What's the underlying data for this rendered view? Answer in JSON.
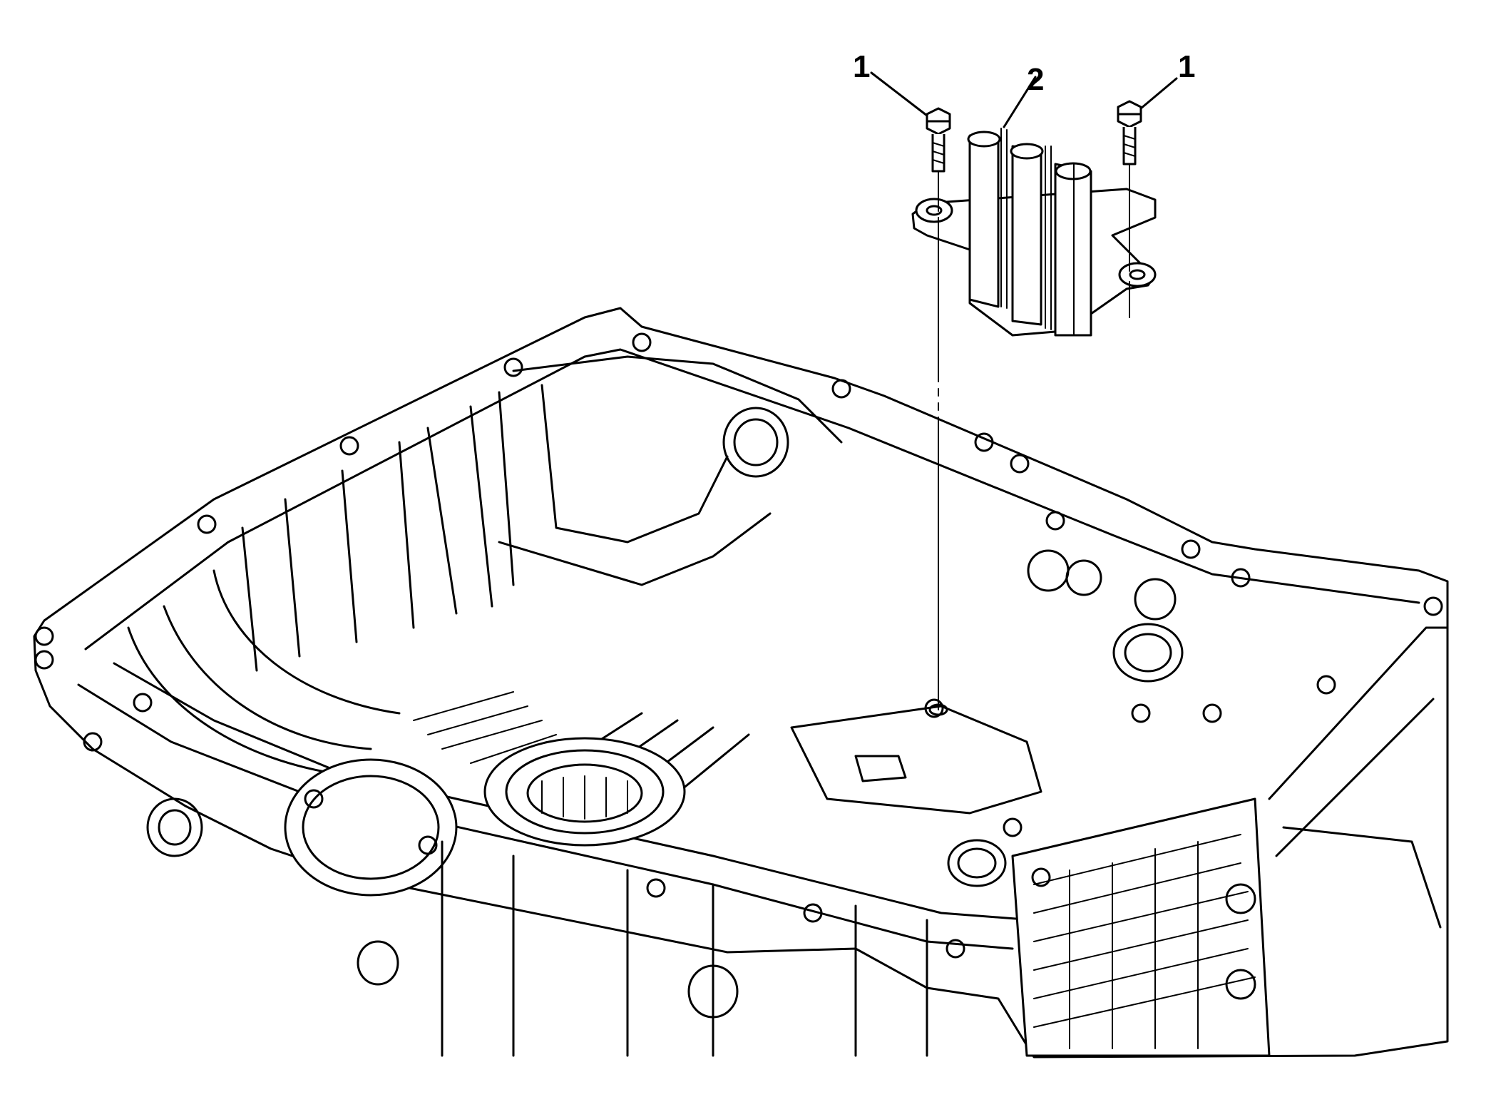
{
  "callouts": [
    {
      "id": "bolt-left",
      "label": "1"
    },
    {
      "id": "cover",
      "label": "2"
    },
    {
      "id": "bolt-right",
      "label": "1"
    }
  ]
}
